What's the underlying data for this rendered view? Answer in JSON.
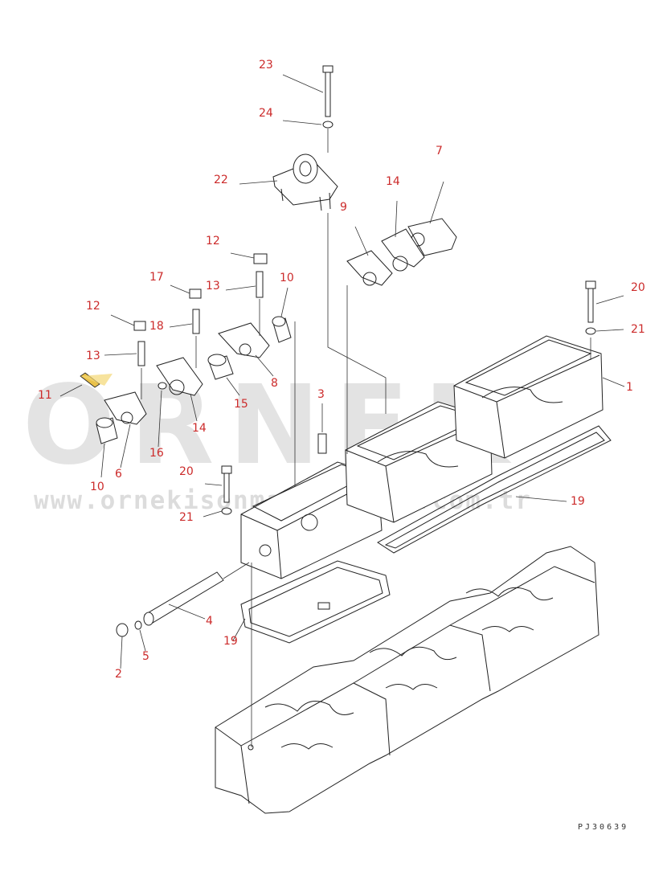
{
  "callouts": [
    {
      "id": "c23",
      "text": "23"
    },
    {
      "id": "c24",
      "text": "24"
    },
    {
      "id": "c22",
      "text": "22"
    },
    {
      "id": "c9",
      "text": "9"
    },
    {
      "id": "c7",
      "text": "7"
    },
    {
      "id": "c14a",
      "text": "14"
    },
    {
      "id": "c12a",
      "text": "12"
    },
    {
      "id": "c17",
      "text": "17"
    },
    {
      "id": "c13a",
      "text": "13"
    },
    {
      "id": "c10a",
      "text": "10"
    },
    {
      "id": "c12b",
      "text": "12"
    },
    {
      "id": "c18",
      "text": "18"
    },
    {
      "id": "c13b",
      "text": "13"
    },
    {
      "id": "c11",
      "text": "11"
    },
    {
      "id": "c8",
      "text": "8"
    },
    {
      "id": "c14b",
      "text": "14"
    },
    {
      "id": "c15",
      "text": "15"
    },
    {
      "id": "c16",
      "text": "16"
    },
    {
      "id": "c6",
      "text": "6"
    },
    {
      "id": "c10b",
      "text": "10"
    },
    {
      "id": "c3",
      "text": "3"
    },
    {
      "id": "c20a",
      "text": "20"
    },
    {
      "id": "c21a",
      "text": "21"
    },
    {
      "id": "c1",
      "text": "1"
    },
    {
      "id": "c20b",
      "text": "20"
    },
    {
      "id": "c21b",
      "text": "21"
    },
    {
      "id": "c19a",
      "text": "19"
    },
    {
      "id": "c4",
      "text": "4"
    },
    {
      "id": "c19b",
      "text": "19"
    },
    {
      "id": "c2",
      "text": "2"
    },
    {
      "id": "c5",
      "text": "5"
    }
  ],
  "watermark": {
    "brand": "ORNEK",
    "url": "www.ornekisonmalahalari.com.tr",
    "color": "#e3e3e3"
  },
  "drawing_code": "PJ30639",
  "colors": {
    "callout": "#cc2b2b",
    "line": "#222222",
    "accent": "#e9c14a"
  }
}
